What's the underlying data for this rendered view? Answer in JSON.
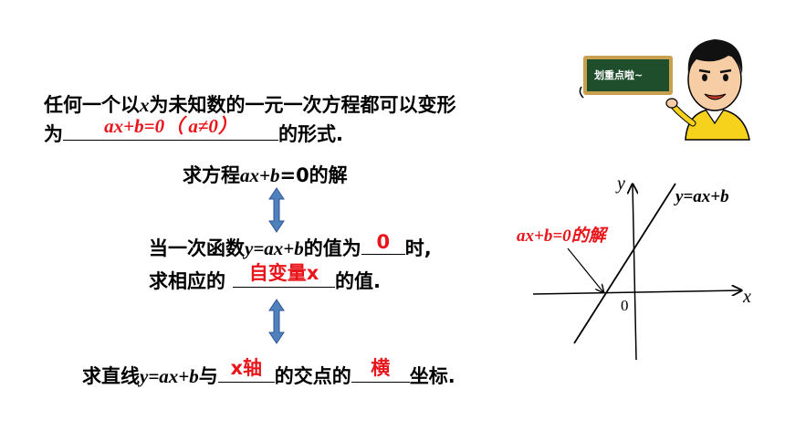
{
  "colors": {
    "answer": "#e8151b",
    "arrow_fill": "#4f81bd",
    "board": "#1f4e2c",
    "board_frame": "#c8a050"
  },
  "statement": {
    "line1_pre": "任何一个以",
    "line1_var": "x",
    "line1_post": "为未知数的一元一次方程都可以变形",
    "line2_pre": "为",
    "line2_answer": "ax+b=0（ a≠0）",
    "line2_post": "的形式."
  },
  "board": {
    "text": "划重点啦~"
  },
  "step1": {
    "pre": "求方程",
    "expr": "ax+b",
    "post": "=0的解"
  },
  "step2": {
    "line1_pre": "当一次函数",
    "line1_expr": "y=ax+b",
    "line1_mid": "的值为",
    "answer1": "0",
    "line1_post": "时,",
    "line2_pre": "求相应的",
    "answer2": "自变量x",
    "line2_post": "的值."
  },
  "step3": {
    "pre": "求直线",
    "expr": "y=ax+b",
    "mid": "与",
    "answer1": "x轴",
    "mid2": "的交点的",
    "answer2": "横",
    "post": "坐标."
  },
  "graph": {
    "y_label": "y",
    "x_label": "x",
    "origin_label": "0",
    "line_label": "y=ax+b",
    "annotation": "ax+b=0的解"
  }
}
